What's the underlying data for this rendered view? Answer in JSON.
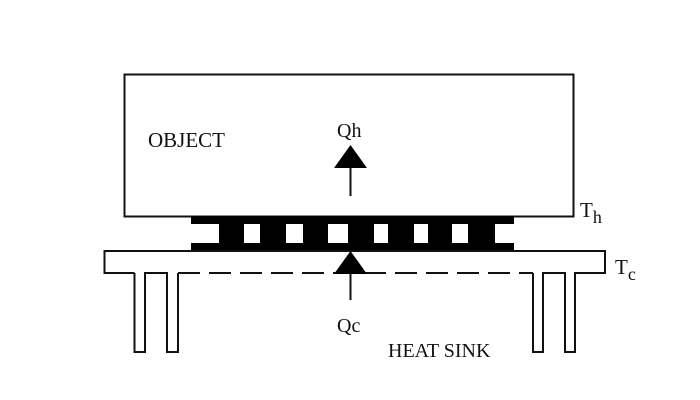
{
  "labels": {
    "object": "OBJECT",
    "qh": "Qh",
    "th_main": "T",
    "th_sub": "h",
    "tc_main": "T",
    "tc_sub": "c",
    "qc": "Qc",
    "heat_sink": "HEAT SINK"
  },
  "colors": {
    "line": "#111111",
    "fill": "#000000",
    "background": "#ffffff"
  }
}
